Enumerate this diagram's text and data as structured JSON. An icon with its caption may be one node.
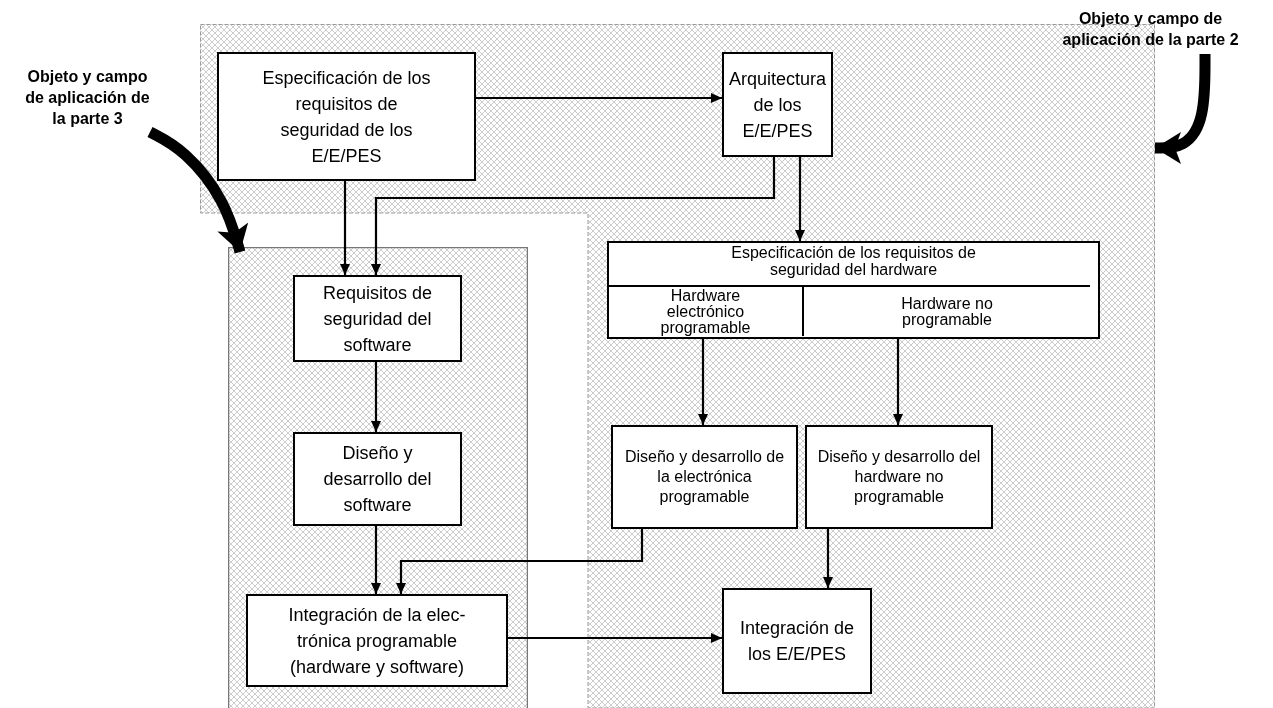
{
  "diagram": {
    "nodes": [
      {
        "text": [],
        "shape": "box"
      },
      {
        "text": [
          "Objeto y campo de aplicación de la parte 2"
        ]
      },
      {
        "text": [
          "Especificación de los requisitos de seguridad de los E/E/PES"
        ],
        "in": 0
      },
      {
        "text": [
          "Arquitectura de los E/E/PES"
        ],
        "in": 0
      },
      {
        "text": [],
        "shape": "box"
      },
      {
        "text": [
          "Objeto y campo de aplicación de la parte 3"
        ]
      },
      {
        "text": [
          "Requisitos de seguridad del software"
        ],
        "in": 4
      },
      {
        "text": [
          "Especificación de los requisitos de seguridad del hardware"
        ],
        "in": 0
      },
      {
        "text": [
          "Hardware electrónico programable"
        ],
        "in": 7
      },
      {
        "text": [
          "Hardware no programable"
        ],
        "in": 7
      },
      {
        "text": [
          "Diseño y desarrollo del software"
        ],
        "in": 4
      },
      {
        "text": [
          "Diseño y desarrollo de la electrónica programable"
        ],
        "in": 0
      },
      {
        "text": [
          "Diseño y desarrollo del hardware no programable"
        ],
        "in": 0
      },
      {
        "text": [
          "Integración de la elec- trónica programable (hardware y software)"
        ],
        "in": 4
      },
      {
        "text": [
          "Integración de los E/E/PES"
        ],
        "in": 0
      }
    ],
    "edges": [
      {
        "from": 1,
        "to": 0,
        "arrow": "to",
        "style": "thick"
      },
      {
        "from": 5,
        "to": 4,
        "arrow": "to",
        "style": "thick"
      },
      {
        "from": 2,
        "to": 3,
        "arrow": "to"
      },
      {
        "from": 2,
        "to": 6,
        "arrow": "to"
      },
      {
        "from": 3,
        "to": 6,
        "arrow": "to"
      },
      {
        "from": 3,
        "to": 7,
        "arrow": "to"
      },
      {
        "from": 6,
        "to": 10,
        "arrow": "to"
      },
      {
        "from": 8,
        "to": 11,
        "arrow": "to"
      },
      {
        "from": 9,
        "to": 12,
        "arrow": "to"
      },
      {
        "from": 10,
        "to": 13,
        "arrow": "to"
      },
      {
        "from": 11,
        "to": 13,
        "arrow": "to"
      },
      {
        "from": 12,
        "to": 14,
        "arrow": "to"
      },
      {
        "from": 13,
        "to": 14,
        "arrow": "to"
      }
    ]
  }
}
